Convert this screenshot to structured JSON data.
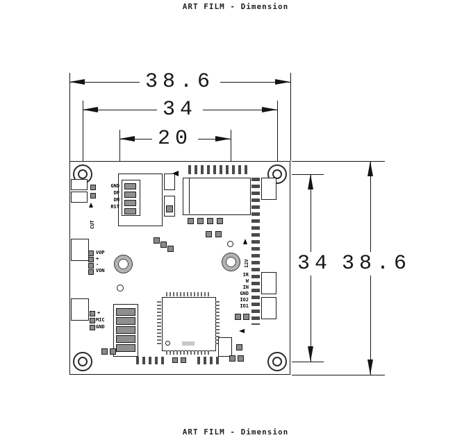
{
  "titles": {
    "top": "ART FILM - Dimension",
    "bottom": "ART FILM - Dimension"
  },
  "dimensions": {
    "width_outer": "38.6",
    "width_holes": "34",
    "width_lens": "20",
    "height_holes": "34",
    "height_outer": "38.6"
  },
  "silkscreen": {
    "usb_pins": [
      "GND",
      "DP",
      "DN",
      "RST"
    ],
    "cut": "CUT",
    "audio_pins": [
      "VOP",
      "+",
      "-",
      "VON"
    ],
    "mic_pins": [
      "+",
      "MIC",
      "GND"
    ],
    "power": "12V",
    "io_pins": [
      "IR",
      "W",
      "IN",
      "GND",
      "IO2",
      "IO1"
    ]
  }
}
